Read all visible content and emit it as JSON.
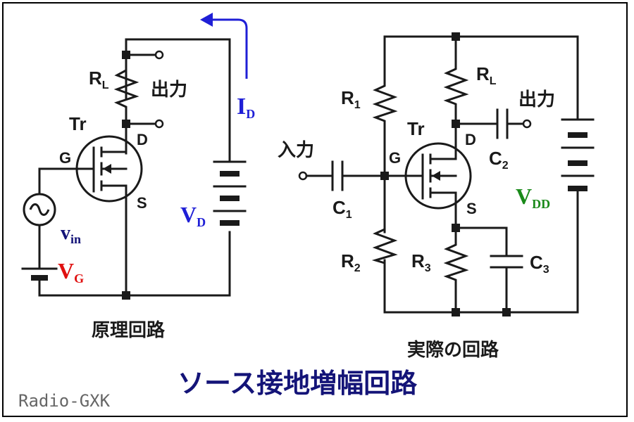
{
  "colors": {
    "ink": "#1a1a1a",
    "blue": "#1f1fd6",
    "red": "#e01010",
    "green": "#1a8a1a",
    "navy": "#141478",
    "grey": "#666666"
  },
  "left_circuit": {
    "caption": "原理回路",
    "rl_main": "R",
    "rl_sub": "L",
    "output": "出力",
    "tr": "Tr",
    "g": "G",
    "d": "D",
    "s": "S",
    "id_main": "I",
    "id_sub": "D",
    "vd_main": "V",
    "vd_sub": "D",
    "vin_main": "v",
    "vin_sub": "in",
    "vg_main": "V",
    "vg_sub": "G"
  },
  "right_circuit": {
    "caption": "実際の回路",
    "r1_main": "R",
    "r1_sub": "1",
    "r2_main": "R",
    "r2_sub": "2",
    "r3_main": "R",
    "r3_sub": "3",
    "rl_main": "R",
    "rl_sub": "L",
    "output": "出力",
    "input": "入力",
    "tr": "Tr",
    "g": "G",
    "d": "D",
    "s": "S",
    "c1_main": "C",
    "c1_sub": "1",
    "c2_main": "C",
    "c2_sub": "2",
    "c3_main": "C",
    "c3_sub": "3",
    "vdd_main": "V",
    "vdd_sub": "DD"
  },
  "title": "ソース接地増幅回路",
  "watermark": "Radio-GXK"
}
